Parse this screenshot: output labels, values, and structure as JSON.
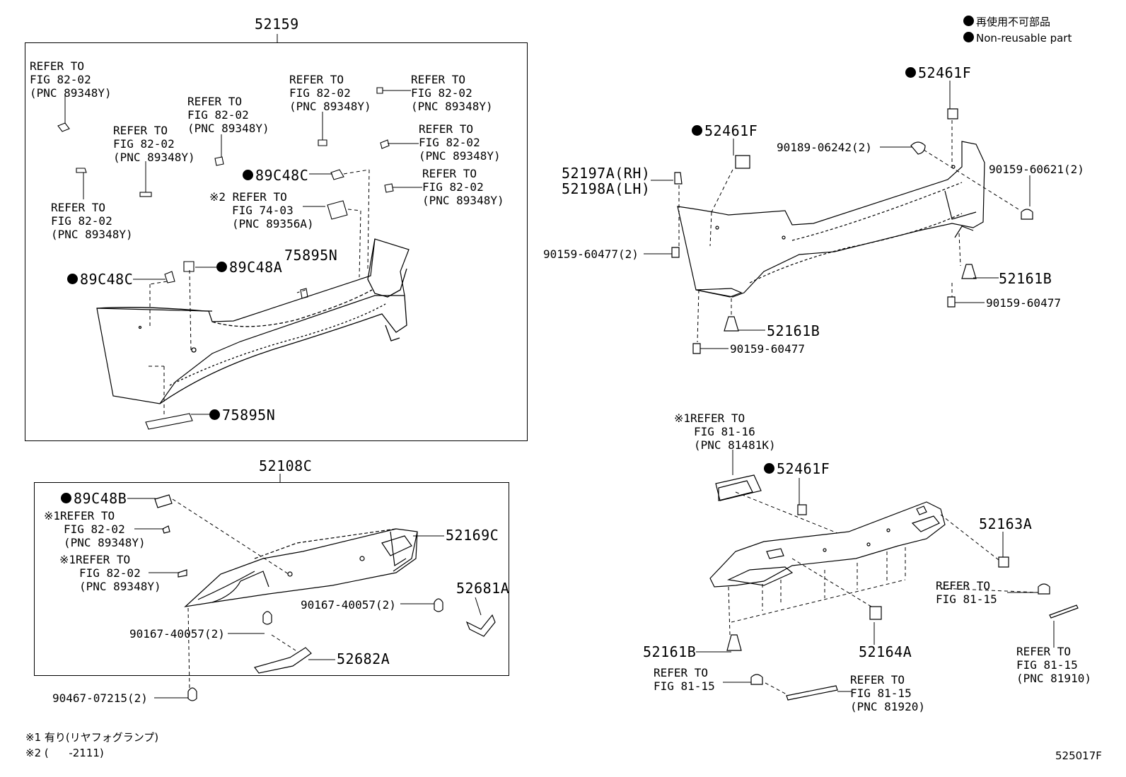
{
  "legend": {
    "jp": "再使用不可部品",
    "en": "Non-reusable part"
  },
  "group_left_top": {
    "title": "52159",
    "refs": {
      "r1": [
        "REFER TO",
        "FIG 82-02",
        "(PNC 89348Y)"
      ],
      "r2": [
        "REFER TO",
        "FIG 82-02",
        "(PNC 89348Y)"
      ],
      "r3": [
        "REFER TO",
        "FIG 82-02",
        "(PNC 89348Y)"
      ],
      "r4": [
        "REFER TO",
        "FIG 82-02",
        "(PNC 89348Y)"
      ],
      "r5": [
        "REFER TO",
        "FIG 82-02",
        "(PNC 89348Y)"
      ],
      "r6": [
        "REFER TO",
        "FIG 82-02",
        "(PNC 89348Y)"
      ],
      "r7": [
        "REFER TO",
        "FIG 82-02",
        "(PNC 89348Y)"
      ],
      "r8": [
        "REFER TO",
        "FIG 82-02",
        "(PNC 89348Y)"
      ],
      "r9": [
        "※2 REFER TO",
        "FIG 74-03",
        "(PNC 89356A)"
      ]
    },
    "parts": {
      "p89c48c_top": "89C48C",
      "p89c48a": "89C48A",
      "p89c48c_left": "89C48C",
      "p75895n_top": "75895N",
      "p75895n_bottom": "75895N"
    }
  },
  "group_left_bottom": {
    "title": "52108C",
    "parts": {
      "p89c48b": "89C48B",
      "p52169c": "52169C",
      "p52681a": "52681A",
      "p52682a": "52682A",
      "p90167a": "90167-40057(2)",
      "p90167b": "90167-40057(2)",
      "p90467": "90467-07215(2)"
    },
    "refs": {
      "r1": [
        "※1REFER TO",
        "FIG 82-02",
        "(PNC 89348Y)"
      ],
      "r2": [
        "※1REFER TO",
        "FIG 82-02",
        "(PNC 89348Y)"
      ]
    }
  },
  "group_right_top": {
    "parts": {
      "p52461f_a": "52461F",
      "p52461f_b": "52461F",
      "p90189": "90189-06242(2)",
      "p90159_60621": "90159-60621(2)",
      "p52197a": "52197A(RH)",
      "p52198a": "52198A(LH)",
      "p90159_60477_2": "90159-60477(2)",
      "p52161b_a": "52161B",
      "p90159_60477_a": "90159-60477",
      "p52161b_b": "52161B",
      "p90159_60477_b": "90159-60477"
    }
  },
  "group_right_bottom": {
    "refs": {
      "r1": [
        "※1REFER TO",
        "FIG 81-16",
        "(PNC 81481K)"
      ],
      "r2": [
        "REFER TO",
        "FIG 81-15"
      ],
      "r3": [
        "REFER TO",
        "FIG 81-15",
        "(PNC 81910)"
      ],
      "r4": [
        "REFER TO",
        "FIG 81-15"
      ],
      "r5": [
        "REFER TO",
        "FIG 81-15",
        "(PNC 81920)"
      ]
    },
    "parts": {
      "p52461f": "52461F",
      "p52163a": "52163A",
      "p52161b": "52161B",
      "p52164a": "52164A"
    }
  },
  "footnotes": {
    "n1": "※1 有り(リヤフォグランプ)",
    "n2": "※2 (      -2111)"
  },
  "figure_code": "525017F"
}
